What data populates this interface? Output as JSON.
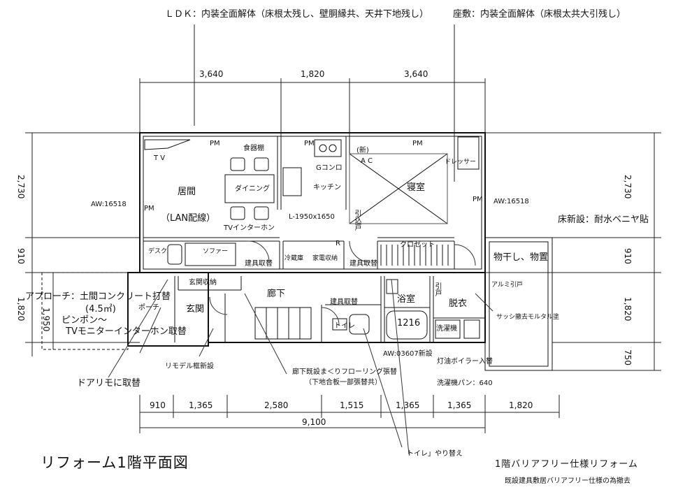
{
  "notes": {
    "ldk": "ＬＤＫ：内装全面解体（床根太残し、壁胴縁共、天井下地残し）",
    "zashiki": "座敷：内装全面解体（床根太共大引残し）",
    "yukashinsetsu": "床新設：耐水ベニヤ貼",
    "approach_1": "アプローチ：土間コンクリート打替",
    "approach_2": "(4.5㎡)",
    "pinpon_1": "ピンポン～",
    "pinpon_2": "TVモニターインターホン取替",
    "door": "ドアリモに取替",
    "rimodel": "リモデル框新設",
    "rouka_floor_1": "廊下既設ま＜りフローリング張替",
    "rouka_floor_2": "（下地合板一部張替共）",
    "toilet": "トイレ」やり替え",
    "boiler": "灯油ボイラー入替",
    "washpan": "洗濯機パン：640",
    "sash": "サッシ撤去モルタル塗"
  },
  "rooms": {
    "ima": "居間",
    "lan": "（LAN配線）",
    "tv_intercom": "TVインターホン",
    "dining": "ダイニング",
    "kitchen": "キッチン",
    "l_size": "L-1950x1650",
    "shinshitsu": "寝室",
    "new": "(新)",
    "ac": "A C",
    "dresser": "ドレッサー",
    "shokkidana": "食器棚",
    "g_konro": "Gコンロ",
    "tv": "T V",
    "desk": "デスク",
    "sofa": "ソファー",
    "reizoko": "冷蔵庫",
    "kaden": "家電収納",
    "closet": "クロゼット",
    "monohoshi": "物干し、物置",
    "alumi": "アルミ引戸",
    "genkan_shuno": "玄関収納",
    "rouka": "廊下",
    "genkan": "玄関",
    "porch": "ポーチ",
    "toire": "トイレ",
    "yokushitsu": "浴室",
    "unit": "1216",
    "datsui": "脱衣",
    "sentakuki": "洗濯機",
    "tategu_1": "建具取替",
    "tategu_2": "建具取替",
    "tategu_3": "建具取替",
    "hikido": "引込戸",
    "hikido2": "引戸",
    "r_mark": "R",
    "aw_left": "AW:16518",
    "aw_right": "AW:16518",
    "aw_bath": "AW:03607新設",
    "pm": "PM"
  },
  "dims": {
    "top": [
      "3,640",
      "1,820",
      "3,640"
    ],
    "left_a": "2,730",
    "left_b": "910",
    "left_c": "1,820",
    "left_c2": "1,950",
    "right_a": "2,730",
    "right_b": "910",
    "right_c": "1,820",
    "right_d": "750",
    "bottom": [
      "910",
      "1,365",
      "2,580",
      "1,515",
      "1,365",
      "1,365",
      "1,820"
    ],
    "total": "9,100"
  },
  "titles": {
    "main": "リフォーム1階平面図",
    "sub1": "1階バリアフリー仕様リフォーム",
    "sub2": "既設建具敷居バリアフリー仕様の為撤去"
  }
}
